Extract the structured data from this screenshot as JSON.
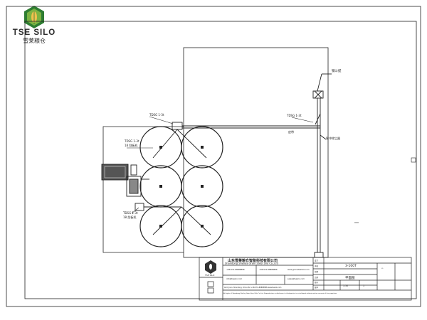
{
  "logo": {
    "brand": "TSE SILO",
    "brand_cn": "雪莱粮仓",
    "colors": {
      "leaf_dark": "#2e7d32",
      "leaf_light": "#7cb342",
      "grain": "#f2c14e"
    }
  },
  "drawing": {
    "line_color": "#222222",
    "labels": {
      "tower_top": "钢斗提",
      "conveyor_top": "TDSG 1-3t",
      "conveyor_left": "TDSG 1-3t",
      "conveyor_left_sub": "18 刮板机",
      "conveyor_bottom": "TDSG 1-3t",
      "conveyor_bottom_sub": "18 刮板机",
      "conveyor_right": "TDSG 1-3t",
      "dust": "脉冲除尘器",
      "belt": "皮带"
    }
  },
  "title_block": {
    "company_cn": "山东雪莱粮仓智能科技有限公司",
    "company_en": "Shandong Shelley Grain Steel Silo Co.,Ltd",
    "logo_text": "TSE SILO",
    "contacts": [
      "+86-531-88888888",
      "+86-531-88888888",
      "www.grainsteelsilo.com",
      "info@tsesilo.com",
      "sales@tsesilo.com"
    ],
    "address": "Add: Jinan, Shandong, China  Tel: +86-531-88888888  www.tsesilo.com",
    "notice": "All rights of Shandong Shelley Grain Steel Silo Co.,Ltd. Reproduction or disclosure to third parties is not allowed without written consent of the proprietor.",
    "project": "3-100T",
    "drawing_name": "平面图",
    "scale": "1:50",
    "sheet": "1",
    "small_labels": [
      "设计",
      "审核",
      "日期",
      "比例",
      "图号",
      "版本"
    ]
  }
}
